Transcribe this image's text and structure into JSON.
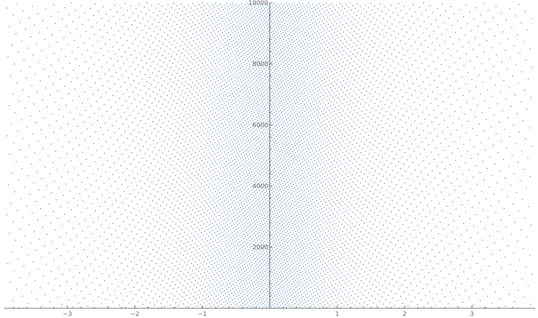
{
  "chart_data": {
    "type": "scatter",
    "title": "",
    "xlabel": "",
    "ylabel": "",
    "xlim": [
      -3.9,
      3.9
    ],
    "ylim": [
      0,
      10000
    ],
    "x_ticks": [
      -3,
      -2,
      -1,
      1,
      2,
      3
    ],
    "x_tick_labels": [
      "−3",
      "−2",
      "−1",
      "1",
      "2",
      "3"
    ],
    "y_ticks": [
      2000,
      4000,
      6000,
      8000,
      10000
    ],
    "y_tick_labels": [
      "2000",
      "4000",
      "6000",
      "8000",
      "10000"
    ],
    "grid": false,
    "legend": "none",
    "marker_color": "#5e81b5",
    "series": [
      {
        "pattern": "point set n = 1..10000: y = n, x = log-polar spiral coordinate (ln(n) * golden angle turns, wrapped to [-3.9, 3.9]); points densest near x = 0",
        "n_range": [
          1,
          10000
        ],
        "y_range": [
          0,
          10000
        ],
        "x_range": [
          -3.9,
          3.9
        ]
      }
    ]
  }
}
